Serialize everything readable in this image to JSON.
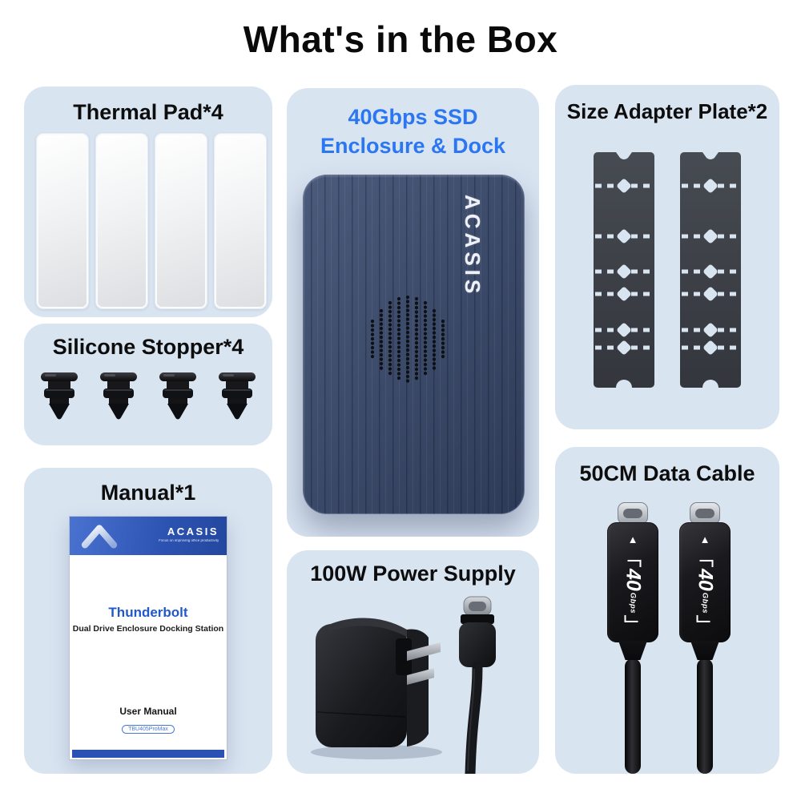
{
  "page": {
    "title": "What's in the Box",
    "background_color": "#ffffff",
    "panel_color": "#d9e4f1",
    "accent_blue": "#2b76f2"
  },
  "panels": {
    "thermal_pad": {
      "label": "Thermal Pad*4",
      "count": 4
    },
    "silicone_stopper": {
      "label": "Silicone Stopper*4",
      "count": 4
    },
    "manual": {
      "label": "Manual*1",
      "cover": {
        "brand": "ACASIS",
        "tagline": "Focus on improving office productivity",
        "product_line": "Thunderbolt",
        "subtitle": "Dual Drive Enclosure Docking Station",
        "doc_type": "User Manual",
        "model": "TBU405ProMax"
      }
    },
    "enclosure": {
      "label_line1": "40Gbps SSD",
      "label_line2": "Enclosure & Dock",
      "device_brand": "ACASIS"
    },
    "power_supply": {
      "label": "100W Power Supply"
    },
    "adapter_plate": {
      "label": "Size Adapter Plate*2",
      "count": 2
    },
    "data_cable": {
      "label": "50CM Data Cable",
      "count": 2,
      "connector_marking": {
        "value": "40",
        "unit": "Gbps"
      }
    }
  },
  "icons": {
    "up_arrow": "▲"
  }
}
